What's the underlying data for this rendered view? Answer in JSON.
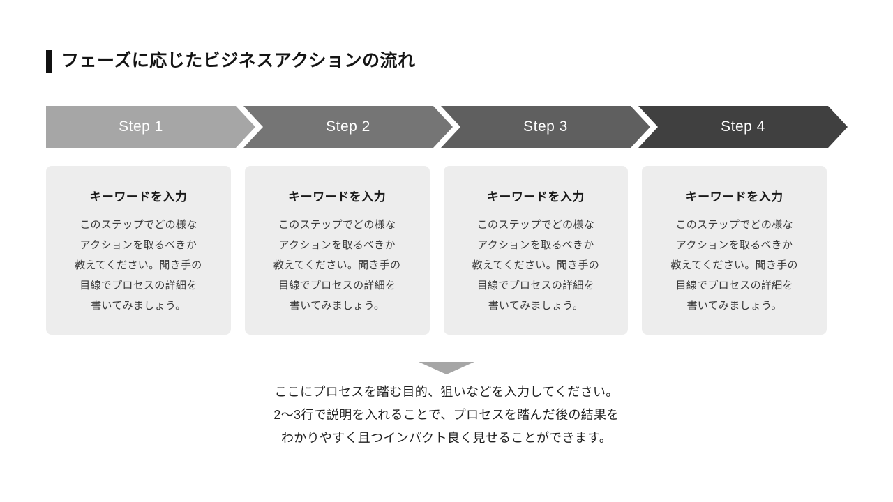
{
  "slide": {
    "title": "フェーズに応じたビジネスアクションの流れ",
    "accent_bar_color": "#111111",
    "background_color": "#ffffff"
  },
  "steps": {
    "label_color": "#ffffff",
    "items": [
      {
        "label": "Step 1",
        "color": "#a6a6a6"
      },
      {
        "label": "Step 2",
        "color": "#757575"
      },
      {
        "label": "Step 3",
        "color": "#5f5f5f"
      },
      {
        "label": "Step 4",
        "color": "#404040"
      }
    ]
  },
  "cards": {
    "background_color": "#ededed",
    "items": [
      {
        "heading": "キーワードを入力",
        "body_lines": [
          "このステップでどの様な",
          "アクションを取るべきか",
          "教えてください。聞き手の",
          "目線でプロセスの詳細を",
          "書いてみましょう。"
        ]
      },
      {
        "heading": "キーワードを入力",
        "body_lines": [
          "このステップでどの様な",
          "アクションを取るべきか",
          "教えてください。聞き手の",
          "目線でプロセスの詳細を",
          "書いてみましょう。"
        ]
      },
      {
        "heading": "キーワードを入力",
        "body_lines": [
          "このステップでどの様な",
          "アクションを取るべきか",
          "教えてください。聞き手の",
          "目線でプロセスの詳細を",
          "書いてみましょう。"
        ]
      },
      {
        "heading": "キーワードを入力",
        "body_lines": [
          "このステップでどの様な",
          "アクションを取るべきか",
          "教えてください。聞き手の",
          "目線でプロセスの詳細を",
          "書いてみましょう。"
        ]
      }
    ]
  },
  "summary": {
    "arrow_icon_color": "#a6a6a6",
    "lines": [
      "ここにプロセスを踏む目的、狙いなどを入力してください。",
      "2～3行で説明を入れることで、プロセスを踏んだ後の結果を",
      "わかりやすく且つインパクト良く見せることができます。"
    ]
  }
}
